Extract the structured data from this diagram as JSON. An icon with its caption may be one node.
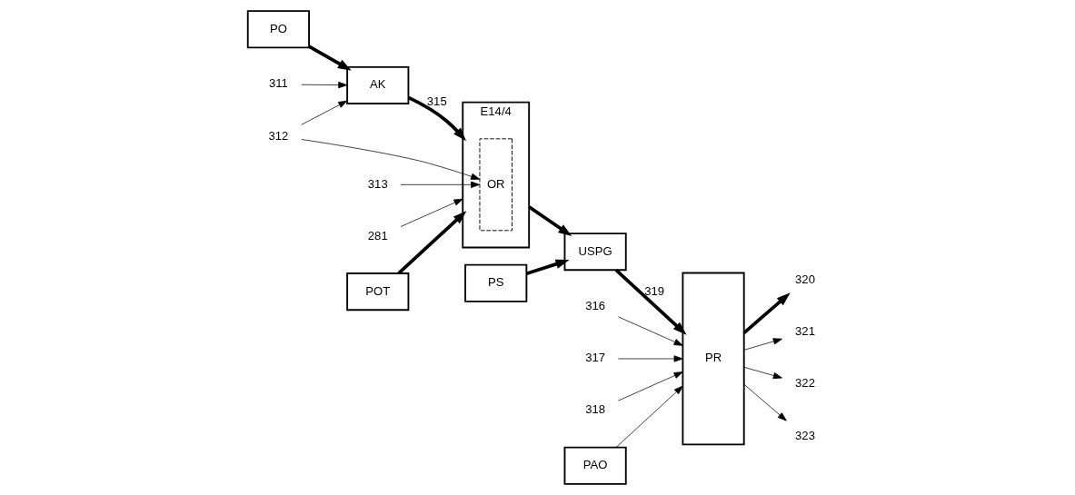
{
  "diagram": {
    "nodes": [
      {
        "text": [
          "311"
        ]
      },
      {
        "text": [
          "312"
        ]
      },
      {
        "text": [
          "AK"
        ]
      },
      {
        "text": [
          "E14/4"
        ]
      },
      {
        "text": [
          "OR"
        ],
        "in": 3
      },
      {
        "text": [
          "USPG"
        ]
      },
      {
        "text": [
          "PR"
        ]
      },
      {
        "text": [
          "320"
        ]
      },
      {
        "text": [
          "PO"
        ]
      },
      {
        "text": [
          "316"
        ]
      },
      {
        "text": [
          "321"
        ]
      },
      {
        "text": [
          "313"
        ]
      },
      {
        "text": [
          "PS"
        ]
      },
      {
        "text": [
          "317"
        ]
      },
      {
        "text": [
          "322"
        ]
      },
      {
        "text": [
          "281"
        ]
      },
      {
        "text": [
          "318"
        ]
      },
      {
        "text": [
          "323"
        ]
      },
      {
        "text": [
          "POT"
        ]
      },
      {
        "text": [
          "PAO"
        ]
      }
    ],
    "edges": [
      {
        "from": 0,
        "to": 2,
        "arrow": "to"
      },
      {
        "from": 1,
        "to": 2,
        "arrow": "to"
      },
      {
        "from": 1,
        "to": 4,
        "arrow": "to"
      },
      {
        "from": 2,
        "to": 3,
        "arrow": "to",
        "label": "315",
        "style": "thick"
      },
      {
        "from": 8,
        "to": 2,
        "arrow": "to",
        "style": "thick"
      },
      {
        "from": 11,
        "to": 4,
        "arrow": "to"
      },
      {
        "from": 15,
        "to": 3,
        "arrow": "to"
      },
      {
        "from": 3,
        "to": 5,
        "arrow": "to",
        "style": "thick"
      },
      {
        "from": 12,
        "to": 5,
        "arrow": "to",
        "style": "thick"
      },
      {
        "from": 5,
        "to": 6,
        "arrow": "to",
        "label": "319",
        "style": "thick"
      },
      {
        "from": 6,
        "to": 7,
        "arrow": "to",
        "style": "thick"
      },
      {
        "from": 9,
        "to": 6,
        "arrow": "to"
      },
      {
        "from": 13,
        "to": 6,
        "arrow": "to"
      },
      {
        "from": 16,
        "to": 6,
        "arrow": "to"
      },
      {
        "from": 6,
        "to": 10,
        "arrow": "to"
      },
      {
        "from": 6,
        "to": 14,
        "arrow": "to"
      },
      {
        "from": 6,
        "to": 17,
        "arrow": "to"
      },
      {
        "from": 18,
        "to": 3,
        "arrow": "to",
        "style": "thick"
      },
      {
        "from": 19,
        "to": 6,
        "arrow": "to"
      }
    ]
  }
}
